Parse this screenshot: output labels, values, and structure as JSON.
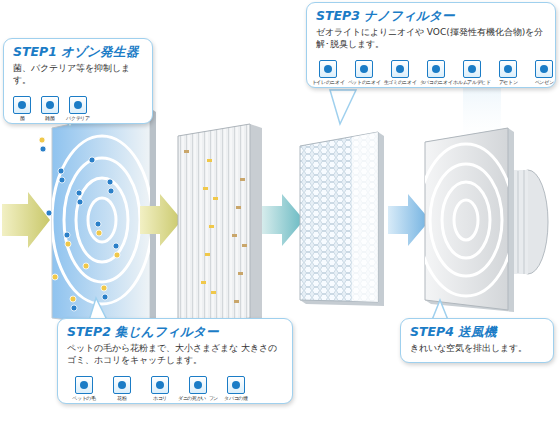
{
  "diagram": {
    "nodes": [
      {
        "text": [
          "STEP1 オゾン発生器",
          "菌、バクテリア等を抑制します。"
        ]
      },
      {
        "text": [
          "STEP3 ナノフィルター",
          "ゼオライトによりニオイや VOC(揮発性有機化合物)を分解･脱臭します。"
        ]
      },
      {
        "text": [
          "STEP2 集じんフィルター",
          "ペットの毛から花粉まで、大小さまざまな 大きさのゴミ、ホコリをキャッチします。"
        ]
      },
      {
        "text": [
          "STEP4 送風機",
          "きれいな空気を排出します。"
        ]
      }
    ],
    "labels": [
      "菌",
      "雑菌",
      "バクテリア",
      "トイレのニオイ",
      "ペットのニオイ",
      "生ゴミのニオイ",
      "タバコのニオイ",
      "ホルムアルデヒド",
      "アセトン",
      "ベンゼン",
      "ペットの毛",
      "花粉",
      "ホコリ",
      "ダニの死がい･フン",
      "タバコの煙"
    ]
  }
}
